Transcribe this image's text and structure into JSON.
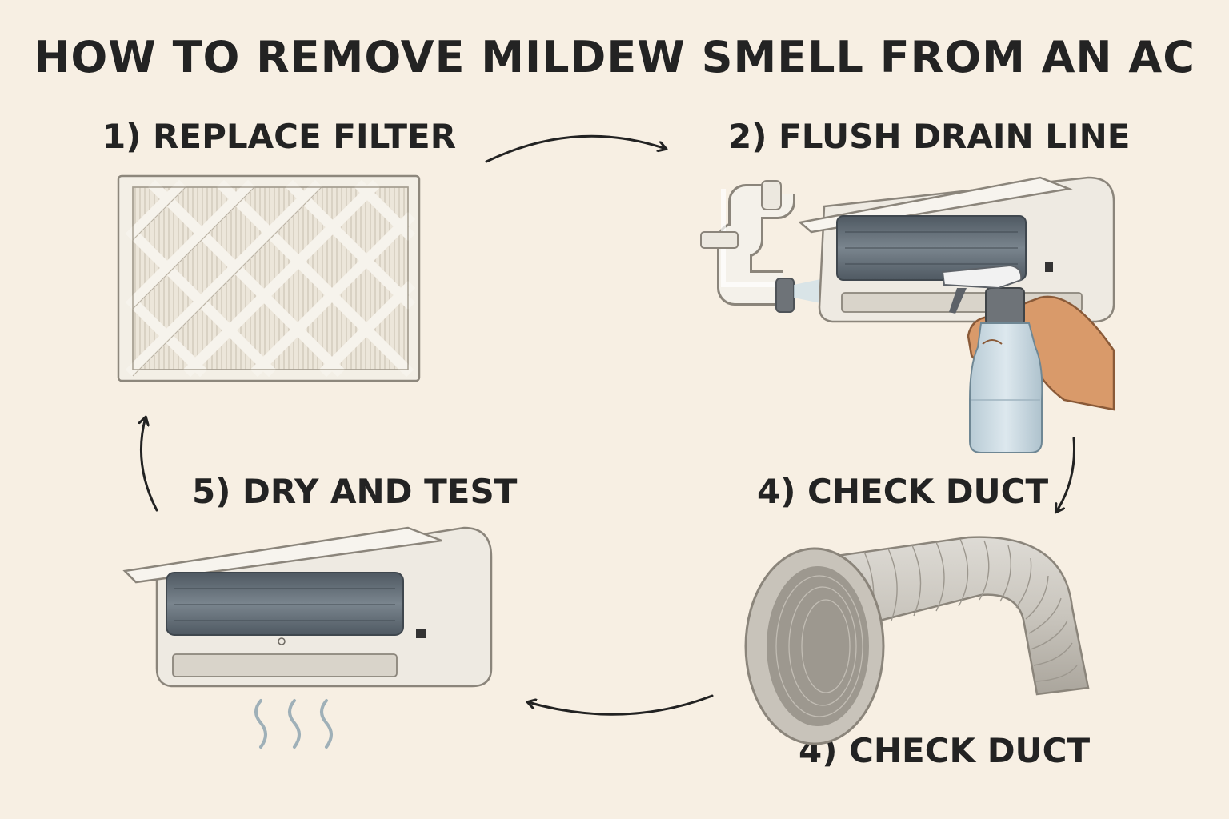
{
  "title": "HOW TO REMOVE MILDEW SMELL FROM AN AC",
  "steps": [
    {
      "label": "1) REPLACE FILTER"
    },
    {
      "label": "2) FLUSH DRAIN LINE"
    },
    {
      "label": "4) CHECK DUCT"
    },
    {
      "label": "5) DRY AND TEST"
    },
    {
      "label": "4) CHECK DUCT"
    }
  ],
  "colors": {
    "background": "#f7efe3",
    "text": "#232323",
    "unit_body": "#eeeae2",
    "louver": "#5d6770",
    "skin": "#d99a6a",
    "bottle": "#c7d6de"
  }
}
